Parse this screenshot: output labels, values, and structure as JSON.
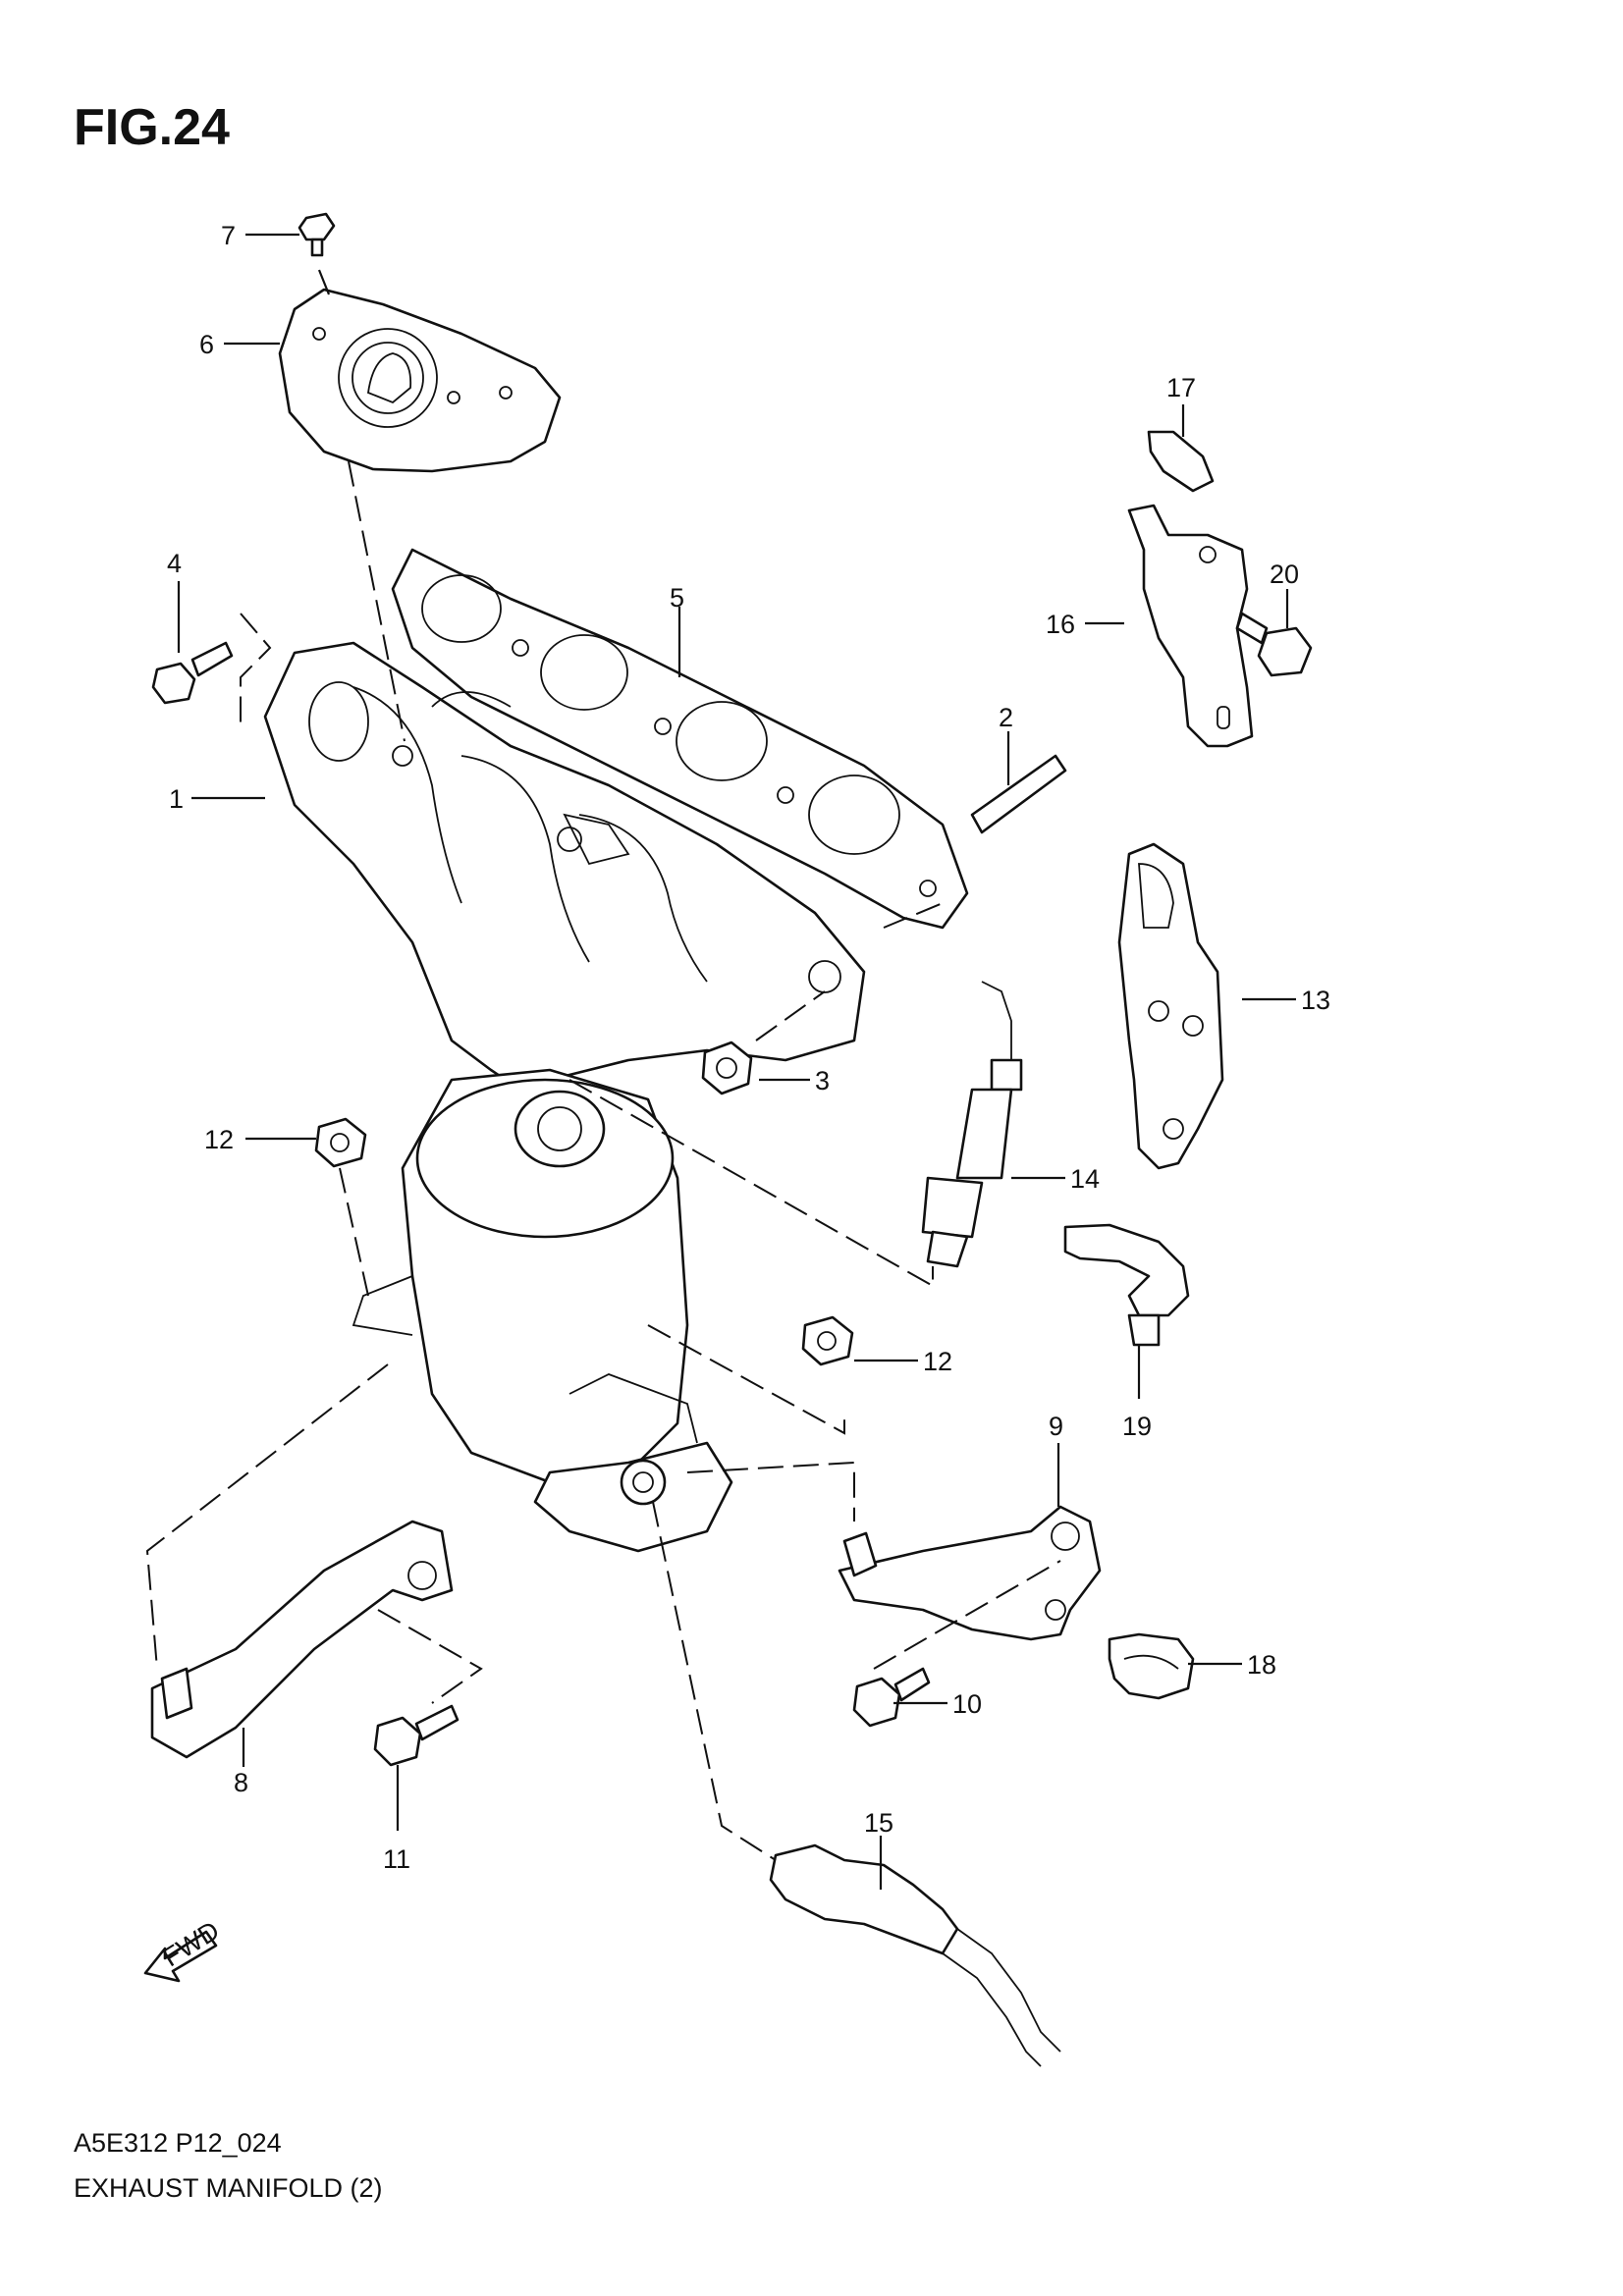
{
  "figure": {
    "title": "FIG.24",
    "code": "A5E312 P12_024",
    "name": "EXHAUST MANIFOLD (2)"
  },
  "callouts": [
    "1",
    "2",
    "3",
    "4",
    "5",
    "6",
    "7",
    "8",
    "9",
    "10",
    "11",
    "12",
    "12",
    "13",
    "14",
    "15",
    "16",
    "17",
    "18",
    "19",
    "20"
  ],
  "direction_arrow": {
    "label": "FWD",
    "icon": "fwd-arrow-icon"
  }
}
